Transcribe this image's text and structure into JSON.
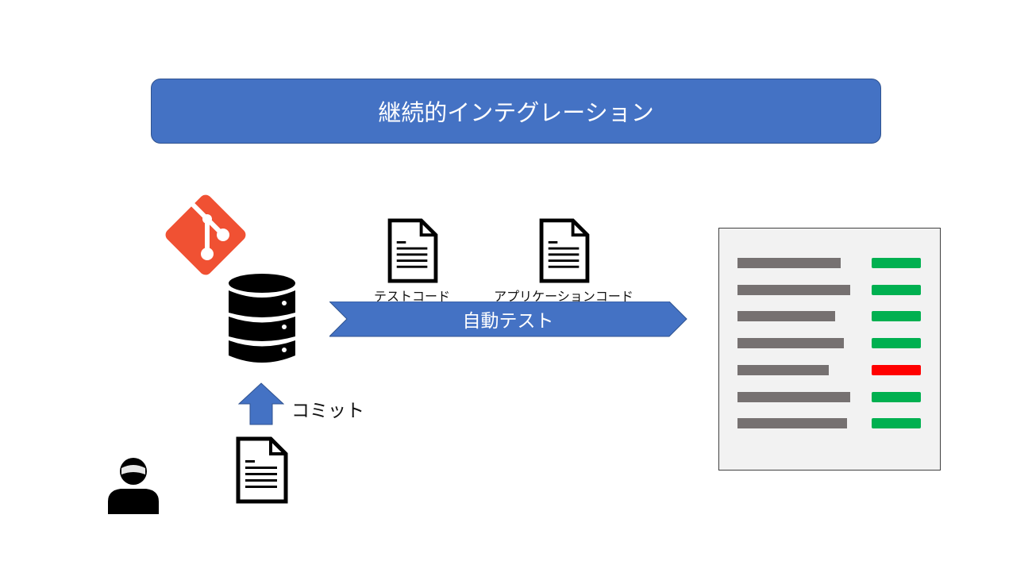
{
  "title": "継続的インテグレーション",
  "labels": {
    "test_code": "テストコード",
    "app_code": "アプリケーションコード",
    "auto_test": "自動テスト",
    "commit": "コミット"
  },
  "colors": {
    "accent": "#4472C4",
    "git": "#F05133",
    "pass": "#00B050",
    "fail": "#FF0000",
    "bar": "#767171"
  },
  "report": {
    "rows": [
      {
        "status": "pass"
      },
      {
        "status": "pass"
      },
      {
        "status": "pass"
      },
      {
        "status": "pass"
      },
      {
        "status": "fail"
      },
      {
        "status": "pass"
      },
      {
        "status": "pass"
      }
    ]
  }
}
